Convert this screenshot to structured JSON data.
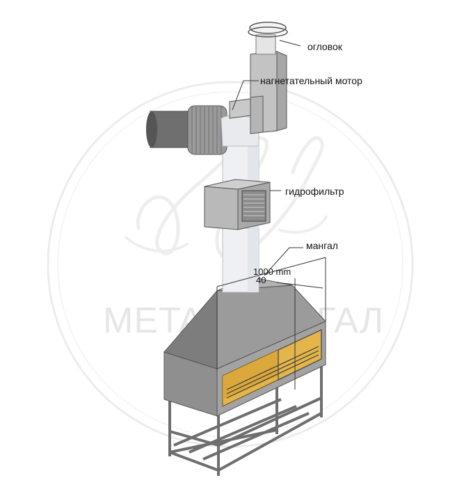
{
  "watermark": {
    "text": "METAL МАНГАЛ"
  },
  "labels": {
    "cap": "огловок",
    "motor": "нагнетательный мотор",
    "filter": "гидрофильтр",
    "grill": "мангал"
  },
  "dimension": {
    "width": "1000 mm",
    "depth": "40"
  },
  "colors": {
    "steel": "#9c9c9c",
    "steel_dark": "#7a7a7a",
    "pipe": "#eef0f3",
    "firebox": "#e3b54a",
    "frame": "#6e6e6e"
  }
}
